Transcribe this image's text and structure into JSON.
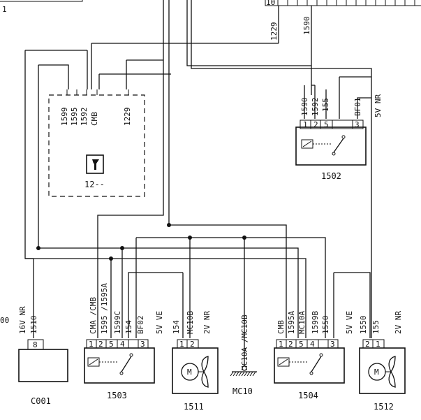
{
  "top_left_fragment": "1",
  "top_right_pin": "10",
  "top_wires": [
    "1229",
    "1590"
  ],
  "module_12": {
    "label": "12--",
    "wires": [
      "1599",
      "1595",
      "1592",
      "CMB",
      "1229"
    ]
  },
  "relay_1502": {
    "label": "1502",
    "wires": [
      "1590",
      "1592",
      "155",
      "BF01"
    ],
    "pins": [
      "1",
      "2",
      "5",
      "3"
    ],
    "note": "5V NR"
  },
  "c001": {
    "label": "C001",
    "pin": "8",
    "wire": "1510",
    "note": "16V NR",
    "left_fragment": "00"
  },
  "relay_1503": {
    "label": "1503",
    "wires": [
      "CMA /CMB",
      "1595 /1595A",
      "1599C",
      "154",
      "BF02"
    ],
    "pins": [
      "1",
      "2",
      "5",
      "4",
      "3"
    ],
    "note": "5V VE"
  },
  "motor_1511": {
    "label": "1511",
    "wires": [
      "154",
      "MC10B"
    ],
    "pins": [
      "1",
      "2"
    ],
    "note": "2V NR",
    "motor_letter": "M"
  },
  "ground_mc10": {
    "label": "MC10",
    "wire": "MC10A /MC10B"
  },
  "relay_1504": {
    "label": "1504",
    "wires": [
      "CMB",
      "1595A",
      "MC10A",
      "1599B",
      "1550"
    ],
    "pins": [
      "1",
      "2",
      "5",
      "4",
      "3"
    ],
    "note": "5V VE"
  },
  "motor_1512": {
    "label": "1512",
    "wires": [
      "1550",
      "155"
    ],
    "pins": [
      "2",
      "1"
    ],
    "note": "2V NR",
    "motor_letter": "M"
  }
}
